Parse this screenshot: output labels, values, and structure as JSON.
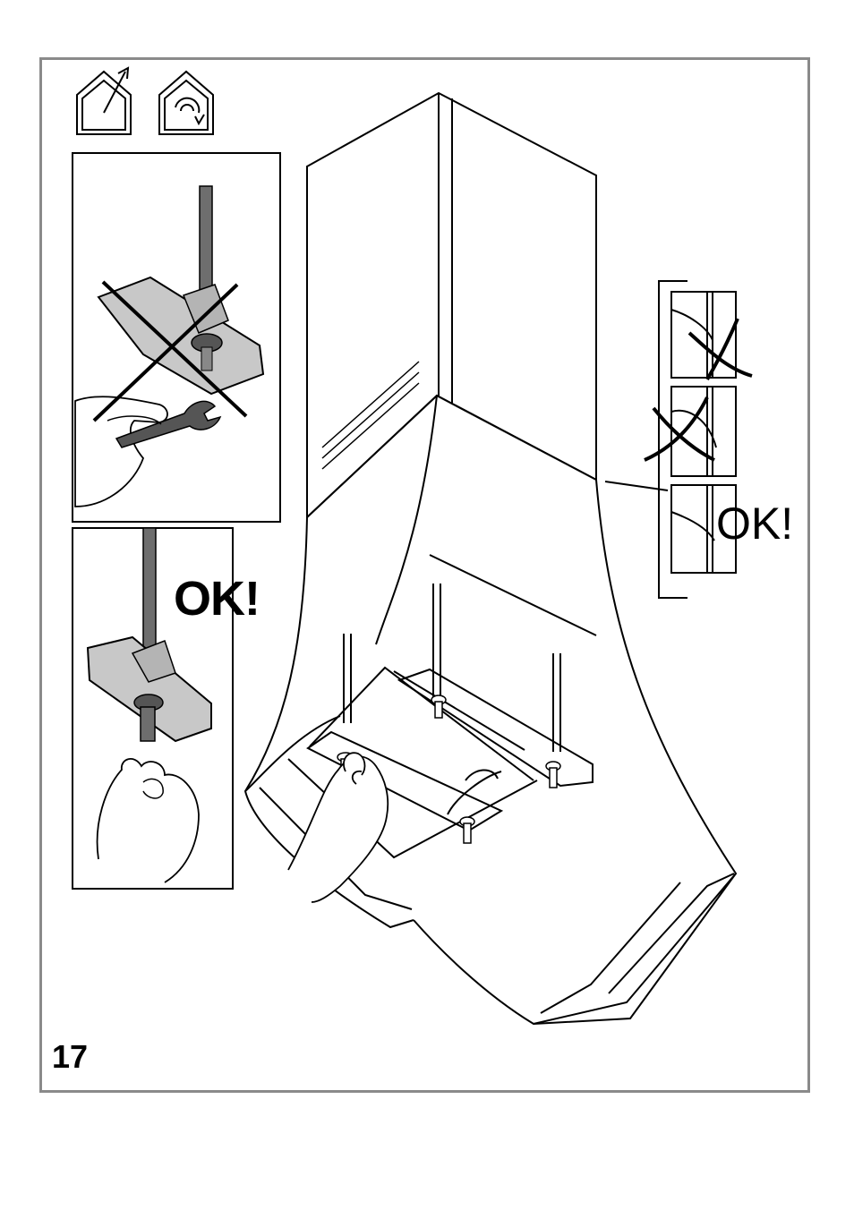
{
  "page": {
    "step_number": "17",
    "ok_label_left": "OK!",
    "ok_label_right": "OK!"
  },
  "icons": {
    "ducted_mode": "house-ducted-icon",
    "recirculation_mode": "house-recirculation-icon",
    "wrong_mark": "cross-mark-icon"
  },
  "colors": {
    "line": "#000000",
    "frame": "#8a8a8a",
    "bracket_fill": "#c8c8c8",
    "rod_fill": "#6e6e6e"
  }
}
